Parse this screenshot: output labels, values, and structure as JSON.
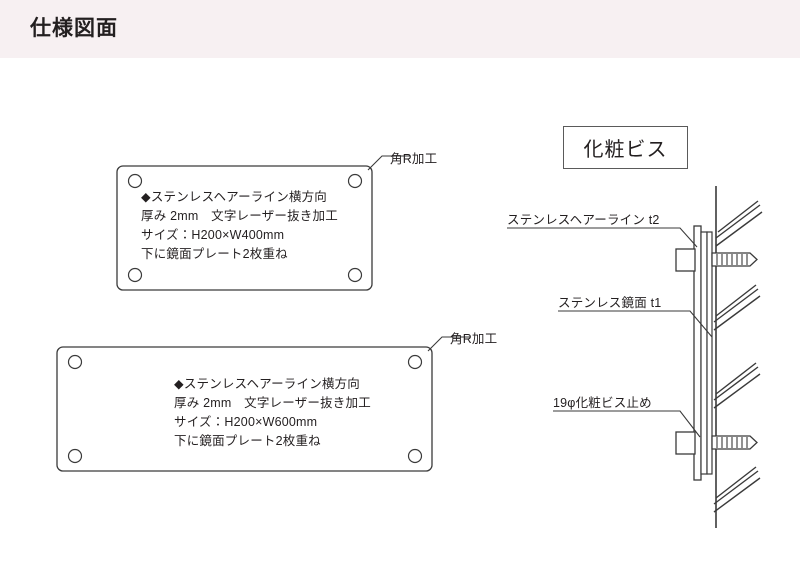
{
  "header": {
    "title": "仕様図面",
    "background_color": "#f7f0f2",
    "text_color": "#231f20"
  },
  "plates": [
    {
      "id": "plate-1",
      "corner_label": "角R加工",
      "lines": [
        "◆ステンレスヘアーライン横方向",
        "厚み 2mm　文字レーザー抜き加工",
        "サイズ：H200×W400mm",
        "下に鏡面プレート2枚重ね"
      ],
      "size_label": "H200×W400mm",
      "hole_count": 4
    },
    {
      "id": "plate-2",
      "corner_label": "角R加工",
      "lines": [
        "◆ステンレスヘアーライン横方向",
        "厚み 2mm　文字レーザー抜き加工",
        "サイズ：H200×W600mm",
        "下に鏡面プレート2枚重ね"
      ],
      "size_label": "H200×W600mm",
      "hole_count": 4
    }
  ],
  "section": {
    "title": "化粧ビス",
    "callouts": [
      {
        "id": "hairline",
        "label": "ステンレスヘアーライン t2"
      },
      {
        "id": "mirror",
        "label": "ステンレス鏡面 t1"
      },
      {
        "id": "screw",
        "label": "19φ化粧ビス止め"
      }
    ],
    "screw_count": 2
  },
  "style": {
    "line_color": "#3a3a3a",
    "plate_fill": "#ffffff",
    "page_background": "#ffffff"
  }
}
